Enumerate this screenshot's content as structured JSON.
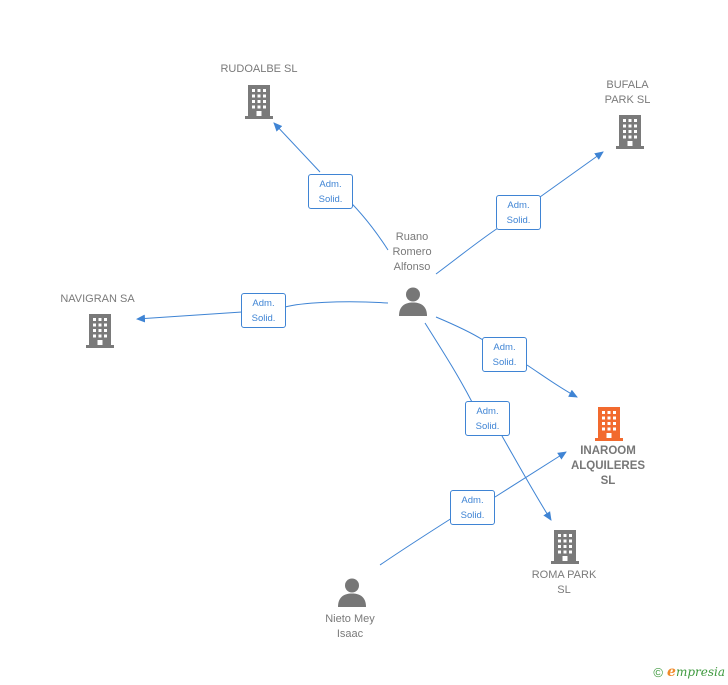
{
  "colors": {
    "edge": "#3f84d4",
    "company": "#7a7a7a",
    "focus_company": "#f26a2e",
    "person": "#777777"
  },
  "nodes": {
    "rudoalbe": {
      "label": "RUDOALBE  SL",
      "type": "company",
      "icon": "building-icon"
    },
    "bufala": {
      "label": "BUFALA\nPARK  SL",
      "type": "company",
      "icon": "building-icon"
    },
    "navigran": {
      "label": "NAVIGRAN SA",
      "type": "company",
      "icon": "building-icon"
    },
    "inaroom": {
      "label": "INAROOM\nALQUILERES\nSL",
      "type": "company-focus",
      "icon": "building-icon"
    },
    "romapark": {
      "label": "ROMA PARK\nSL",
      "type": "company",
      "icon": "building-icon"
    },
    "ruano": {
      "label": "Ruano\nRomero\nAlfonso",
      "type": "person",
      "icon": "person-icon"
    },
    "nieto": {
      "label": "Nieto Mey\nIsaac",
      "type": "person",
      "icon": "person-icon"
    }
  },
  "edges": [
    {
      "from": "ruano",
      "to": "rudoalbe",
      "label_line1": "Adm.",
      "label_line2": "Solid."
    },
    {
      "from": "ruano",
      "to": "bufala",
      "label_line1": "Adm.",
      "label_line2": "Solid."
    },
    {
      "from": "ruano",
      "to": "navigran",
      "label_line1": "Adm.",
      "label_line2": "Solid."
    },
    {
      "from": "ruano",
      "to": "inaroom",
      "label_line1": "Adm.",
      "label_line2": "Solid."
    },
    {
      "from": "ruano",
      "to": "romapark",
      "label_line1": "Adm.",
      "label_line2": "Solid."
    },
    {
      "from": "nieto",
      "to": "inaroom",
      "label_line1": "Adm.",
      "label_line2": "Solid."
    }
  ],
  "footer": {
    "copyright": "©",
    "brand_initial": "e",
    "brand_rest": "mpresia"
  }
}
